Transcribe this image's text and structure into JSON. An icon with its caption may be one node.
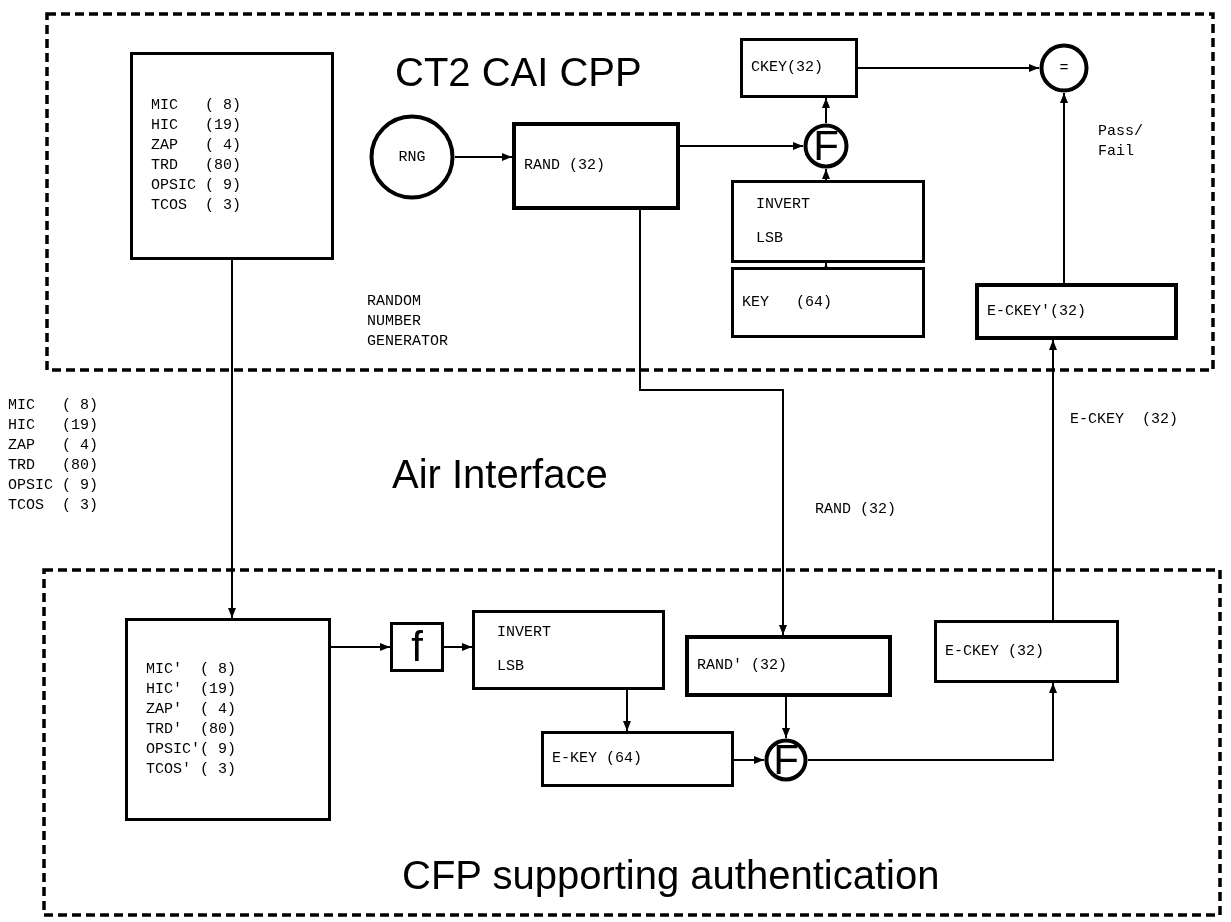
{
  "diagram": {
    "nodes": [
      {
        "text": [
          "CT2 CAI CPP"
        ]
      },
      {
        "text": [
          "MIC   ( 8)",
          "HIC   (19)",
          "ZAP   ( 4)",
          "TRD   (80)",
          "OPSIC ( 9)",
          "TCOS  ( 3)"
        ],
        "in": 0
      },
      {
        "text": [
          "RNG"
        ],
        "in": 0
      },
      {
        "text": [
          "RAND (32)"
        ],
        "in": 0
      },
      {
        "text": [
          "CKEY(32)"
        ],
        "in": 0
      },
      {
        "text": [
          "F"
        ],
        "in": 0
      },
      {
        "text": [
          "="
        ],
        "in": 0
      },
      {
        "text": [
          "INVERT LSB"
        ],
        "in": 0
      },
      {
        "text": [
          "KEY   (64)"
        ],
        "in": 0
      },
      {
        "text": [
          "E-CKEY'(32)"
        ],
        "in": 0
      },
      {
        "text": [
          "CFP supporting authentication"
        ]
      },
      {
        "text": [
          "MIC'  ( 8)",
          "HIC'  (19)",
          "ZAP'  ( 4)",
          "TRD'  (80)",
          "OPSIC'( 9)",
          "TCOS' ( 3)"
        ],
        "in": 10
      },
      {
        "text": [
          "f"
        ],
        "in": 10
      },
      {
        "text": [
          "INVERT LSB"
        ],
        "in": 10
      },
      {
        "text": [
          "RAND' (32)"
        ],
        "in": 10
      },
      {
        "text": [
          "E-KEY (64)"
        ],
        "in": 10
      },
      {
        "text": [
          "F"
        ],
        "in": 10
      },
      {
        "text": [
          "E-CKEY (32)"
        ],
        "in": 10
      }
    ],
    "edges": [
      {
        "from": 1,
        "to": 11,
        "arrow": "to"
      },
      {
        "from": 2,
        "to": 3,
        "arrow": "to"
      },
      {
        "from": 3,
        "to": 5,
        "arrow": "to"
      },
      {
        "from": 5,
        "to": 4,
        "arrow": "to"
      },
      {
        "from": 7,
        "to": 5,
        "arrow": "to"
      },
      {
        "from": 8,
        "to": 7,
        "arrow": "to"
      },
      {
        "from": 4,
        "to": 6,
        "arrow": "to"
      },
      {
        "from": 9,
        "to": 6,
        "arrow": "to",
        "label": "Pass/ Fail"
      },
      {
        "from": 3,
        "to": 14,
        "arrow": "to",
        "label": "RAND (32)"
      },
      {
        "from": 11,
        "to": 12,
        "arrow": "to"
      },
      {
        "from": 12,
        "to": 13,
        "arrow": "to"
      },
      {
        "from": 13,
        "to": 15,
        "arrow": "to"
      },
      {
        "from": 14,
        "to": 16,
        "arrow": "to"
      },
      {
        "from": 15,
        "to": 16,
        "arrow": "to"
      },
      {
        "from": 16,
        "to": 17,
        "arrow": "to"
      },
      {
        "from": 17,
        "to": 9,
        "arrow": "to",
        "label": "E-CKEY  (32)"
      }
    ],
    "labels": [
      "RANDOM NUMBER GENERATOR",
      "Air Interface",
      "MIC   ( 8)",
      "HIC   (19)",
      "ZAP   ( 4)",
      "TRD   (80)",
      "OPSIC ( 9)",
      "TCOS  ( 3)"
    ]
  }
}
